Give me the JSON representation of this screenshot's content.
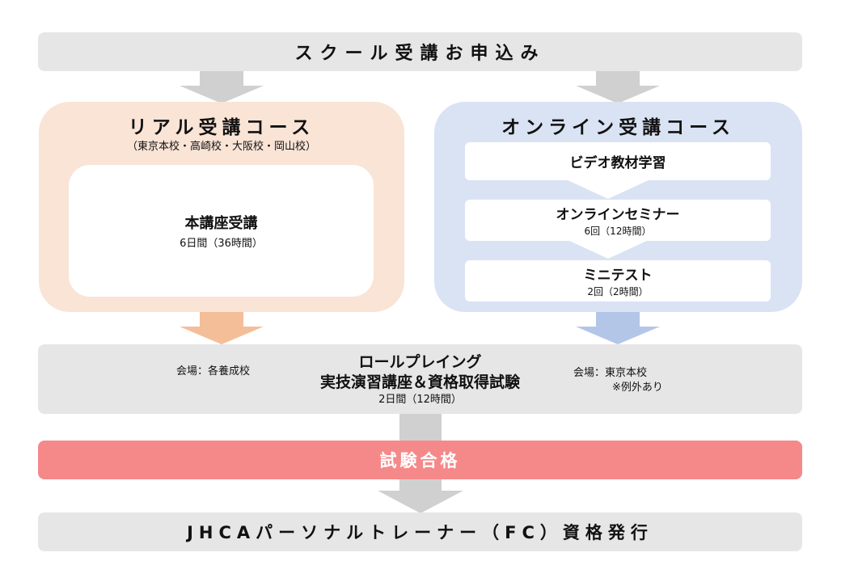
{
  "apply": {
    "label": "スクール受講お申込み"
  },
  "real_course": {
    "title": "リアル受講コース",
    "schools": "（東京本校・高崎校・大阪校・岡山校）",
    "main": {
      "title": "本講座受講",
      "duration": "6日間（36時間）"
    }
  },
  "online_course": {
    "title": "オンライン受講コース",
    "steps": [
      {
        "title": "ビデオ教材学習",
        "detail": ""
      },
      {
        "title": "オンラインセミナー",
        "detail": "6回（12時間）"
      },
      {
        "title": "ミニテスト",
        "detail": "2回（2時間）"
      }
    ]
  },
  "roleplay": {
    "title_line1": "ロールプレイング",
    "title_line2": "実技演習講座＆資格取得試験",
    "duration": "2日間（12時間）",
    "venue_left": "会場：各養成校",
    "venue_right_line1": "会場：東京本校",
    "venue_right_line2": "※例外あり"
  },
  "pass": {
    "label": "試験合格"
  },
  "certificate": {
    "label": "JHCAパーソナルトレーナー（FC）資格発行"
  },
  "colors": {
    "gray_box": "#e6e6e6",
    "gray_arrow": "#d0d0d0",
    "real_bg": "#f9e4d6",
    "real_arrow": "#f4be99",
    "online_bg": "#dae3f4",
    "online_arrow": "#b4c6e8",
    "pass_bg": "#f5898a"
  }
}
